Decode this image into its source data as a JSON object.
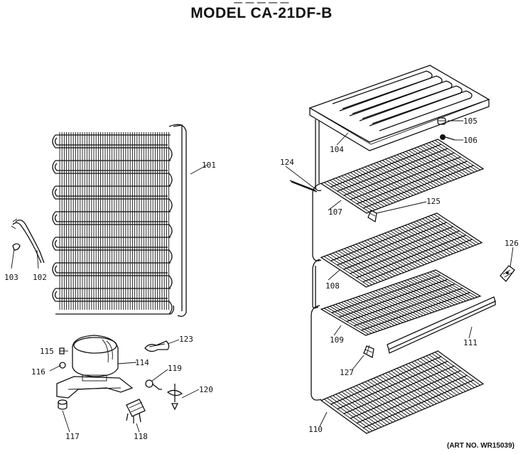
{
  "header": {
    "model": "MODEL CA-21DF-B"
  },
  "footer": {
    "art_no": "(ART NO. WR15039)"
  },
  "parts": [
    {
      "ref": "101"
    },
    {
      "ref": "102"
    },
    {
      "ref": "103"
    },
    {
      "ref": "104"
    },
    {
      "ref": "105"
    },
    {
      "ref": "106"
    },
    {
      "ref": "107"
    },
    {
      "ref": "108"
    },
    {
      "ref": "109"
    },
    {
      "ref": "110"
    },
    {
      "ref": "111"
    },
    {
      "ref": "114"
    },
    {
      "ref": "115"
    },
    {
      "ref": "116"
    },
    {
      "ref": "117"
    },
    {
      "ref": "118"
    },
    {
      "ref": "119"
    },
    {
      "ref": "120"
    },
    {
      "ref": "123"
    },
    {
      "ref": "124"
    },
    {
      "ref": "125"
    },
    {
      "ref": "126"
    },
    {
      "ref": "127"
    }
  ]
}
